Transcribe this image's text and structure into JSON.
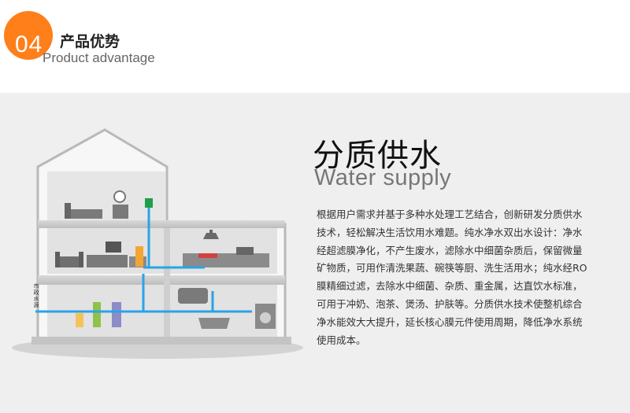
{
  "header": {
    "badge_number": "04",
    "title_zh": "产品优势",
    "title_en": "Product advantage",
    "accent_color": "#ff7f1a"
  },
  "feature": {
    "title_zh": "分质供水",
    "title_en": "Water supply",
    "description_lines": [
      "根据用户需求并基于多种水处理工艺结合，创新研发分质供水",
      "技术，轻松解决生活饮用水难题。纯水净水双出水设计：净水",
      "经超滤膜净化，不产生废水，滤除水中细菌杂质后，保留微量",
      "矿物质，可用作清洗果蔬、碗筷等厨、洗生活用水；纯水经RO",
      "膜精细过滤，去除水中细菌、杂质、重金属，达直饮水标准，",
      "可用于冲奶、泡茶、煲汤、护肤等。分质供水技术使整机综合",
      "净水能效大大提升，延长核心膜元件使用周期，降低净水系统",
      "使用成本。"
    ]
  },
  "illustration": {
    "inlet_label_chars": [
      "市",
      "政",
      "水",
      "源"
    ],
    "pipe_color": "#2aa3e8",
    "icons": [
      "house-icon",
      "sofa-icon",
      "tv-cabinet-icon",
      "bed-icon",
      "range-hood-icon",
      "water-heater-icon",
      "bathtub-icon",
      "washing-machine-icon",
      "water-purifier-icon"
    ]
  }
}
